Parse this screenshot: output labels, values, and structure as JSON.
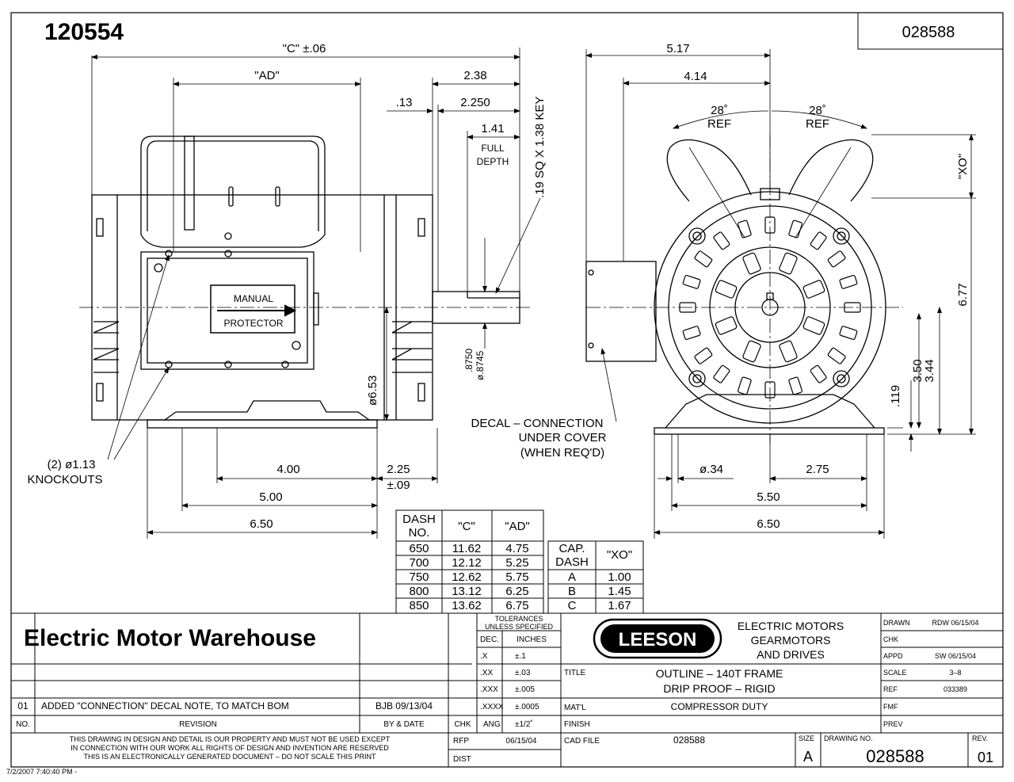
{
  "header": {
    "part_number": "120554",
    "drawing_number_box": "028588"
  },
  "front_view": {
    "c_dim": "\"C\" ±.06",
    "ad_dim": "\"AD\"",
    "shaft_238": "2.38",
    "shaft_2250": "2.250",
    "shaft_013": ".13",
    "key_141": "1.41",
    "full": "FULL",
    "depth": "DEPTH",
    "key_note": ".19 SQ X 1.38 KEY",
    "manual": "MANUAL",
    "protector": "PROTECTOR",
    "dia_653": "ø6.53",
    "shaft_dia_1": ".8750",
    "shaft_dia_2": "ø.8745",
    "knockouts_1": "(2) ø1.13",
    "knockouts_2": "KNOCKOUTS",
    "dim_400": "4.00",
    "dim_500": "5.00",
    "dim_650": "6.50",
    "dim_225": "2.25",
    "dim_225_tol": "±.09"
  },
  "decal_note": [
    "DECAL – CONNECTION",
    "UNDER COVER",
    "(WHEN REQ'D)"
  ],
  "end_view": {
    "dim_517": "5.17",
    "dim_414": "4.14",
    "angle_left": "28˚",
    "ref_left": "REF",
    "angle_right": "28˚",
    "ref_right": "REF",
    "xo": "\"XO\"",
    "dim_677": "6.77",
    "dim_350": "3.50",
    "dim_344": "3.44",
    "dim_119": ".119",
    "dia_034": "ø.34",
    "dim_275": "2.75",
    "dim_550": "5.50",
    "dim_650": "6.50"
  },
  "dash_table": {
    "headers": [
      "DASH NO.",
      "\"C\"",
      "\"AD\""
    ],
    "rows": [
      [
        "650",
        "11.62",
        "4.75"
      ],
      [
        "700",
        "12.12",
        "5.25"
      ],
      [
        "750",
        "12.62",
        "5.75"
      ],
      [
        "800",
        "13.12",
        "6.25"
      ],
      [
        "850",
        "13.62",
        "6.75"
      ]
    ]
  },
  "cap_table": {
    "headers": [
      "CAP. DASH",
      "\"XO\""
    ],
    "rows": [
      [
        "A",
        "1.00"
      ],
      [
        "B",
        "1.45"
      ],
      [
        "C",
        "1.67"
      ]
    ]
  },
  "title_block": {
    "company": "Electric Motor Warehouse",
    "tolerances": "TOLERANCES UNLESS SPECIFIED",
    "dec": "DEC.",
    "inches": "INCHES",
    "tol_rows": [
      [
        ".X",
        "±.1"
      ],
      [
        ".XX",
        "±.03"
      ],
      [
        ".XXX",
        "±.005"
      ],
      [
        ".XXXX",
        "±.0005"
      ],
      [
        "ANG",
        "±1/2˚"
      ]
    ],
    "leeson": "LEESON",
    "tagline": [
      "ELECTRIC MOTORS",
      "GEARMOTORS",
      "AND DRIVES"
    ],
    "title_label": "TITLE",
    "title_lines": [
      "OUTLINE – 140T FRAME",
      "DRIP PROOF – RIGID"
    ],
    "matl_label": "MAT'L",
    "matl": "COMPRESSOR DUTY",
    "finish_label": "FINISH",
    "cad_label": "CAD FILE",
    "cad_file": "028588",
    "rfp_label": "RFP",
    "rfp_date": "06/15/04",
    "dist_label": "DIST",
    "chk_label": "CHK",
    "revision_row": {
      "no": "01",
      "text": "ADDED \"CONNECTION\" DECAL NOTE, TO MATCH BOM",
      "by": "BJB 09/13/04"
    },
    "rev_header": {
      "no": "NO.",
      "revision": "REVISION",
      "by": "BY & DATE"
    },
    "notice": [
      "THIS DRAWING IN DESIGN AND DETAIL IS OUR PROPERTY AND MUST NOT BE USED EXCEPT",
      "IN CONNECTION WITH OUR WORK ALL RIGHTS OF DESIGN AND INVENTION ARE RESERVED",
      "THIS IS AN ELECTRONICALLY GENERATED DOCUMENT – DO NOT SCALE THIS PRINT"
    ],
    "right_rows": [
      [
        "DRAWN",
        "RDW 06/15/04"
      ],
      [
        "CHK",
        ""
      ],
      [
        "APPD",
        "SW 06/15/04"
      ],
      [
        "SCALE",
        "3–8"
      ],
      [
        "REF",
        "033389"
      ],
      [
        "FMF",
        ""
      ],
      [
        "PREV",
        ""
      ]
    ],
    "size_label": "SIZE",
    "size": "A",
    "drawing_no_label": "DRAWING NO.",
    "drawing_no": "028588",
    "rev_label": "REV.",
    "rev": "01"
  },
  "footer_timestamp": "7/2/2007 7:40:40 PM -"
}
